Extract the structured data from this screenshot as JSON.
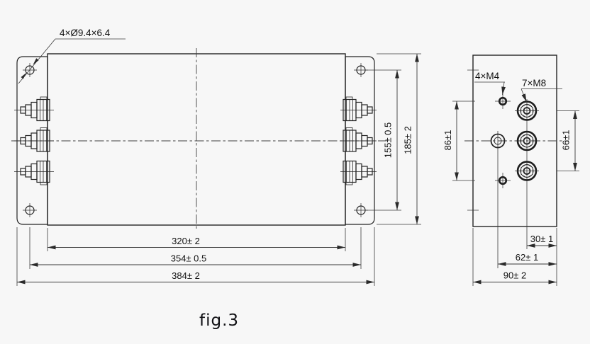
{
  "figure": {
    "caption": "fig.3"
  },
  "colors": {
    "background": "#f7f7f7",
    "line": "#242424",
    "text": "#111111"
  },
  "front_view": {
    "hole_callout": "4×Ø9.4×6.4",
    "dim_hole_spacing_v": "155± 0.5",
    "dim_height": "185± 2",
    "dim_body_width": "320± 2",
    "dim_hole_spacing_h": "354± 0.5",
    "dim_width": "384± 2"
  },
  "side_view": {
    "callout_m4": "4×M4",
    "callout_m8": "7×M8",
    "dim_m4_spacing": "86±1",
    "dim_m8_spacing": "66±1",
    "dim_m8_offset": "30± 1",
    "dim_mid_offset": "62± 1",
    "dim_depth": "90± 2"
  }
}
